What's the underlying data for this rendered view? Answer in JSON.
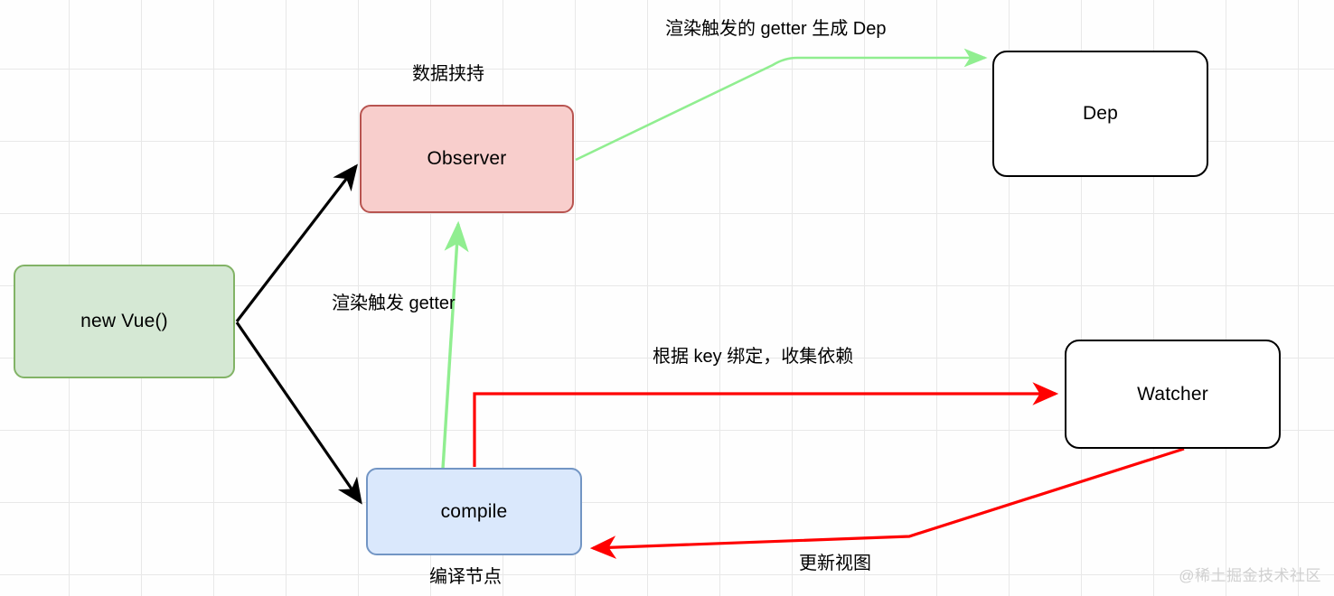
{
  "diagram": {
    "title": "Vue reactivity flow diagram",
    "nodes": [
      {
        "id": "new-vue",
        "label": "new Vue()",
        "fill": "#d5e8d4",
        "stroke": "#82b366"
      },
      {
        "id": "observer",
        "label": "Observer",
        "fill": "#f8cecc",
        "stroke": "#b85450"
      },
      {
        "id": "dep",
        "label": "Dep",
        "fill": "#ffffff",
        "stroke": "#000000"
      },
      {
        "id": "watcher",
        "label": "Watcher",
        "fill": "#ffffff",
        "stroke": "#000000"
      },
      {
        "id": "compile",
        "label": "compile",
        "fill": "#dae8fc",
        "stroke": "#7295c4"
      }
    ],
    "captions": {
      "observer": "数据挟持",
      "compile": "编译节点"
    },
    "edges": [
      {
        "id": "vue-to-observer",
        "from": "new-vue",
        "to": "observer",
        "label": "",
        "color": "#000000"
      },
      {
        "id": "vue-to-compile",
        "from": "new-vue",
        "to": "compile",
        "label": "",
        "color": "#000000"
      },
      {
        "id": "observer-to-dep",
        "from": "observer",
        "to": "dep",
        "label": "渲染触发的 getter 生成 Dep",
        "color": "#90ee90"
      },
      {
        "id": "compile-to-observer",
        "from": "compile",
        "to": "observer",
        "label": "渲染触发 getter",
        "color": "#90ee90"
      },
      {
        "id": "compile-to-watcher",
        "from": "compile",
        "to": "watcher",
        "label": "根据 key 绑定，收集依赖",
        "color": "#ff0000"
      },
      {
        "id": "watcher-to-compile",
        "from": "watcher",
        "to": "compile",
        "label": "更新视图",
        "color": "#ff0000"
      }
    ],
    "colors": {
      "green_arrow": "#90ee90",
      "red_arrow": "#ff0000",
      "black_arrow": "#000000",
      "grid": "#e8e8e8",
      "background": "#fefefe"
    }
  },
  "watermark": "@稀土掘金技术社区"
}
